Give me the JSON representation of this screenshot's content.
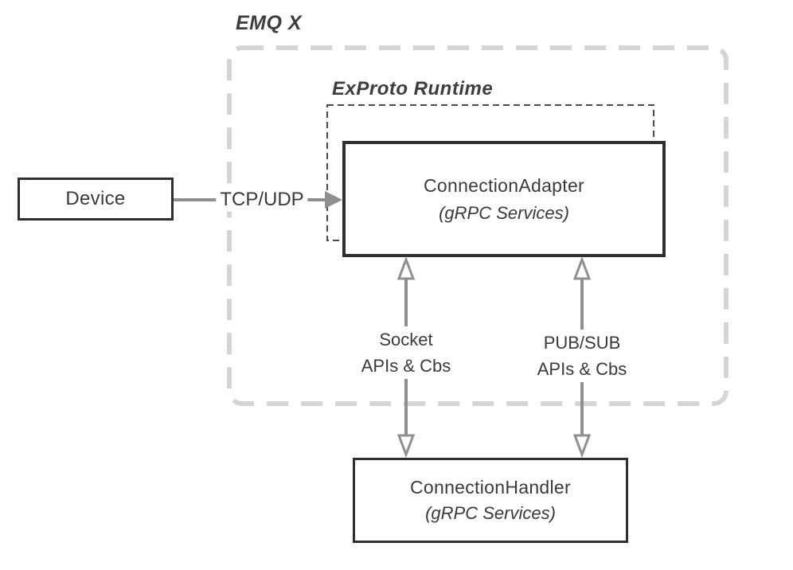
{
  "diagram": {
    "title": "EMQ X",
    "runtime_label": "ExProto Runtime",
    "nodes": {
      "device": {
        "label": "Device"
      },
      "connection_adapter": {
        "label": "ConnectionAdapter",
        "sublabel": "(gRPC Services)"
      },
      "connection_handler": {
        "label": "ConnectionHandler",
        "sublabel": "(gRPC Services)"
      }
    },
    "edges": {
      "tcp_udp": {
        "label": "TCP/UDP",
        "from": "Device",
        "to": "ConnectionAdapter",
        "direction": "right"
      },
      "socket": {
        "label_line1": "Socket",
        "label_line2": "APIs & Cbs",
        "from": "ConnectionAdapter",
        "to": "ConnectionHandler",
        "direction": "both"
      },
      "pubsub": {
        "label_line1": "PUB/SUB",
        "label_line2": "APIs & Cbs",
        "from": "ConnectionAdapter",
        "to": "ConnectionHandler",
        "direction": "both"
      }
    },
    "colors": {
      "background": "#ffffff",
      "box_border": "#2f2f2f",
      "text": "#3a3a3a",
      "arrow_gray": "#8f8f8f",
      "outer_dashed_border": "#d5d5d5",
      "inner_dashed_border": "#4a4a4a"
    }
  }
}
